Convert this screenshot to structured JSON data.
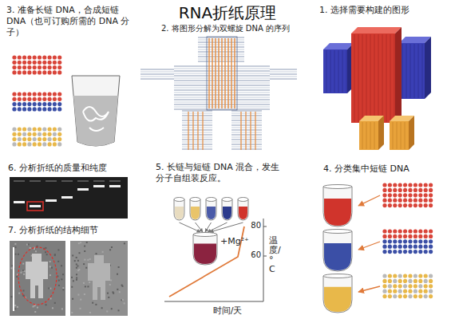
{
  "diagram": {
    "title": "RNA折纸原理",
    "labels": [
      "1. 选择需要构建的图形",
      "2. 将图形分解为双螺旋 DNA 的序列",
      "3. 准备长链 DNA，合成短链 DNA（也可订购所需的 DNA 分子）",
      "4. 分类集中短链 DNA",
      "5. 长链与短链 DNA 混合，发生分子自组装反应。",
      "6. 分析折纸的质量和纯度",
      "7. 分析折纸的结构细节",
      "+Mg²⁺",
      "80",
      "60",
      "温度/°C",
      "时间/天"
    ]
  }
}
